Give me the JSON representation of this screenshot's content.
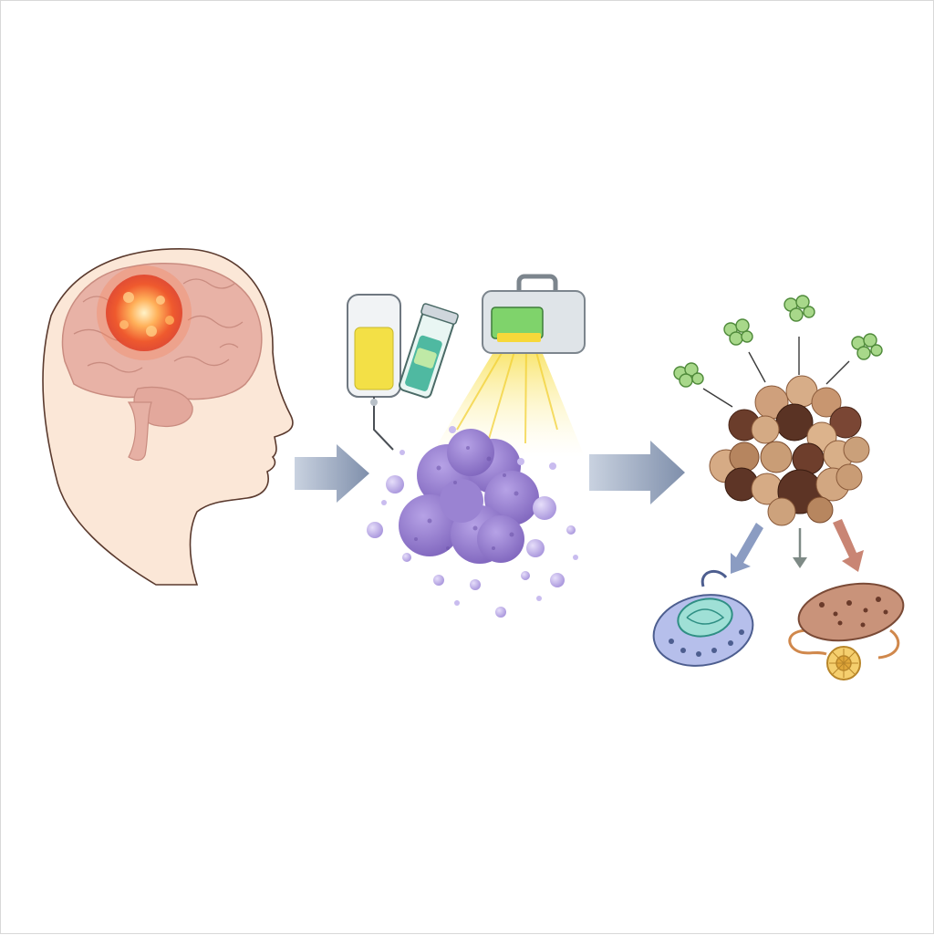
{
  "diagram": {
    "stages": [
      {
        "id": "patient",
        "description_icon": "head-with-brain-tumor-icon"
      },
      {
        "id": "treatment",
        "description_icon": "iv-drug-and-radiation-icon"
      },
      {
        "id": "residual",
        "description_icon": "heterogeneous-cell-cluster-icon"
      }
    ],
    "outcomes": [
      {
        "id": "outcome-left",
        "icon": "blue-cell-icon"
      },
      {
        "id": "outcome-middle",
        "icon": "small-arrow-icon"
      },
      {
        "id": "outcome-right",
        "icon": "brown-cell-icon"
      }
    ],
    "colors": {
      "tumor": "#e8552d",
      "brain": "#e9b3a8",
      "skin": "#fbe6d6",
      "treated_cells": "#8f76c9",
      "arrow": "#8a9ab5",
      "residual_cells": "#b08567",
      "green_clusters": "#8fc76a",
      "drug_yellow": "#f3e046",
      "drug_teal": "#4fb9a1",
      "beam": "#fbe98c"
    }
  }
}
